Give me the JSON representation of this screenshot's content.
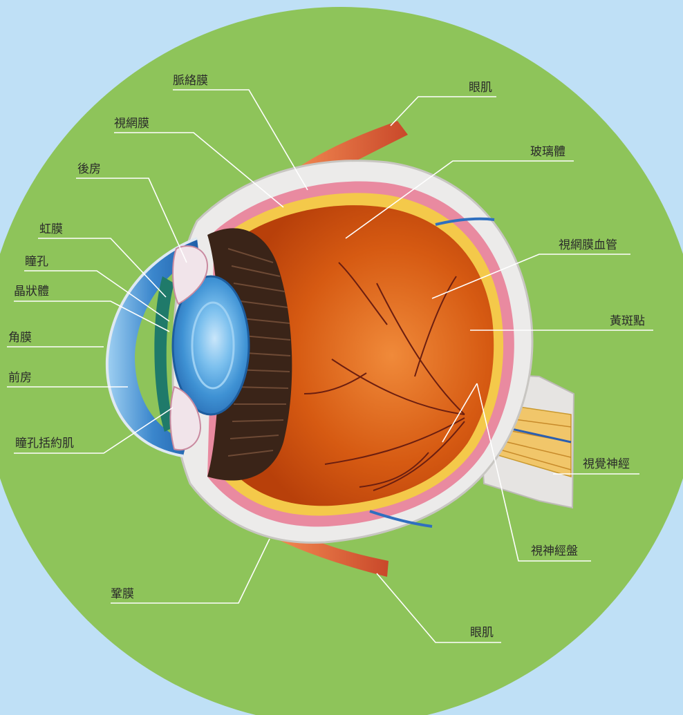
{
  "colors": {
    "background": "#bfe0f6",
    "disc": "#8ec45a",
    "sclera": "#ecebea",
    "choroid": "#e98aa0",
    "retina": "#f4c94a",
    "vitreous": "#d2560f",
    "vessels": "#6b1e10",
    "lens": "#4aa3dc",
    "cornea": "#3c83c8",
    "muscle": "#e06f3f",
    "leader": "#ffffff"
  },
  "labels": {
    "choroid": "脈絡膜",
    "retina": "視網膜",
    "posterior_chamber": "後房",
    "iris": "虹膜",
    "pupil": "瞳孔",
    "lens": "晶狀體",
    "cornea": "角膜",
    "anterior_chamber": "前房",
    "pupillary_sphincter": "瞳孔括約肌",
    "sclera": "鞏膜",
    "eye_muscle_top": "眼肌",
    "vitreous_body": "玻璃體",
    "retinal_vessels": "視網膜血管",
    "macula": "黃斑點",
    "optic_nerve": "視覺神經",
    "optic_disc": "視神經盤",
    "eye_muscle_bottom": "眼肌"
  }
}
